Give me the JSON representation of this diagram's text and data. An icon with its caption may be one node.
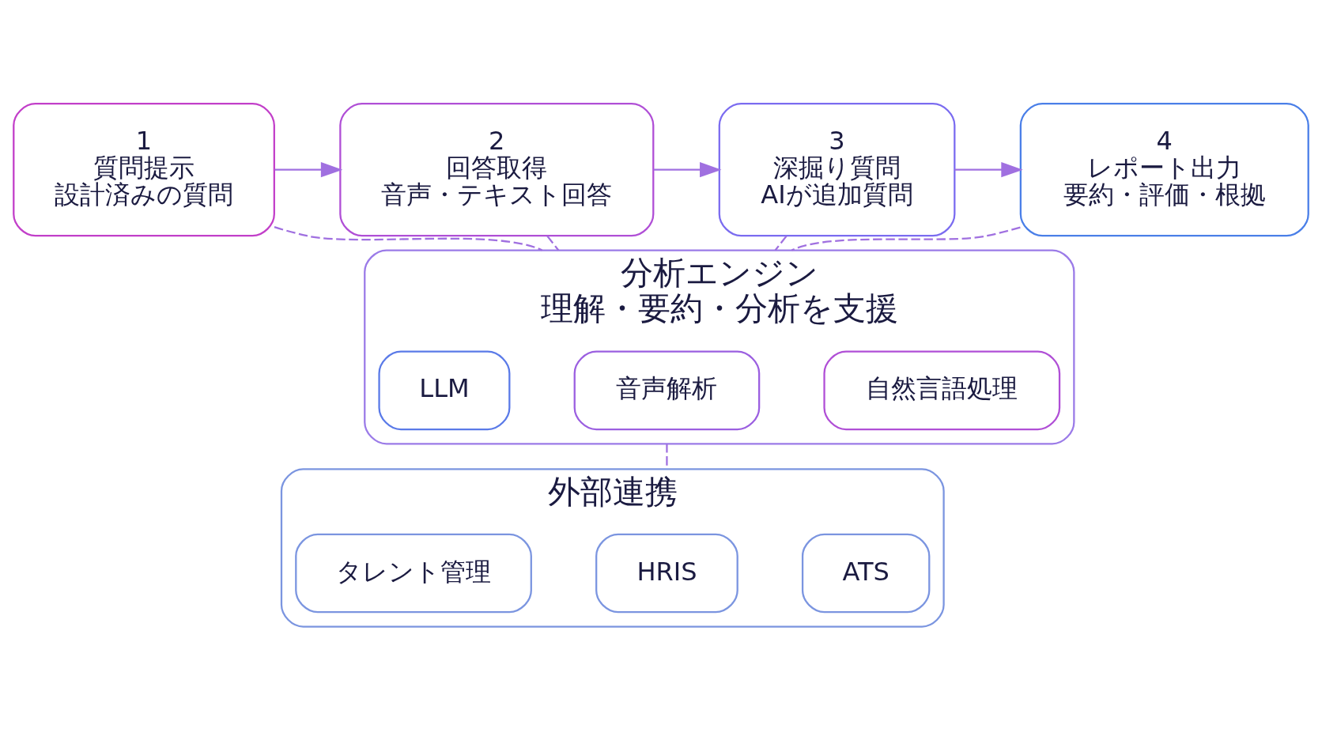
{
  "diagram": {
    "nodes": [
      {
        "text": [
          "1",
          "質問提示",
          "設計済みの質問"
        ]
      },
      {
        "text": [
          "2",
          "回答取得",
          "音声・テキスト回答"
        ]
      },
      {
        "text": [
          "3",
          "深掘り質問",
          "AIが追加質問"
        ]
      },
      {
        "text": [
          "4",
          "レポート出力",
          "要約・評価・根拠"
        ]
      },
      {
        "text": [
          "分析エンジン",
          "理解・要約・分析を支援"
        ]
      },
      {
        "text": [
          "自然言語処理"
        ],
        "in": 4
      },
      {
        "text": [
          "音声解析"
        ],
        "in": 4
      },
      {
        "text": [
          "LLM"
        ],
        "in": 4
      },
      {
        "text": [
          "外部連携"
        ]
      },
      {
        "text": [
          "ATS"
        ],
        "in": 8
      },
      {
        "text": [
          "HRIS"
        ],
        "in": 8
      },
      {
        "text": [
          "タレント管理"
        ],
        "in": 8
      }
    ],
    "edges": [
      {
        "from": 0,
        "to": 1,
        "arrow": "to"
      },
      {
        "from": 1,
        "to": 2,
        "arrow": "to"
      },
      {
        "from": 2,
        "to": 3,
        "arrow": "to"
      },
      {
        "from": 0,
        "to": 4,
        "arrow": "none",
        "style": "dashed"
      },
      {
        "from": 1,
        "to": 4,
        "arrow": "none",
        "style": "dashed"
      },
      {
        "from": 2,
        "to": 4,
        "arrow": "none",
        "style": "dashed"
      },
      {
        "from": 3,
        "to": 4,
        "arrow": "none",
        "style": "dashed"
      },
      {
        "from": 4,
        "to": 8,
        "arrow": "none",
        "style": "dashed"
      }
    ]
  }
}
